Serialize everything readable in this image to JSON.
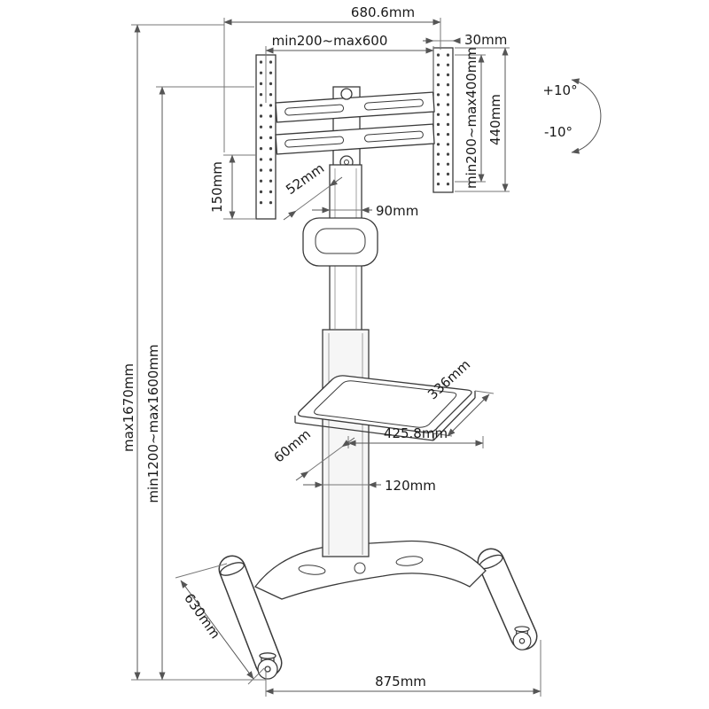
{
  "diagram_type": "tv-mobile-cart-technical-drawing",
  "colors": {
    "line": "#3a3a3a",
    "dimension": "#555555",
    "text": "#1a1a1a",
    "background": "#ffffff"
  },
  "labels": {
    "overall_width": "680.6mm",
    "vesa_width": "min200~max600",
    "bracket_depth": "30mm",
    "vesa_height": "min200~max400mm",
    "bracket_height": "440mm",
    "tilt_up": "+10°",
    "tilt_down": "-10°",
    "plate_lower_height": "150mm",
    "column_depth": "52mm",
    "column_width": "90mm",
    "overall_height": "max1670mm",
    "adjustable_height": "min1200~max1600mm",
    "shelf_depth": "336mm",
    "shelf_width": "425.8mm",
    "lower_column_depth": "60mm",
    "lower_column_width": "120mm",
    "base_depth": "630mm",
    "base_width": "875mm"
  }
}
